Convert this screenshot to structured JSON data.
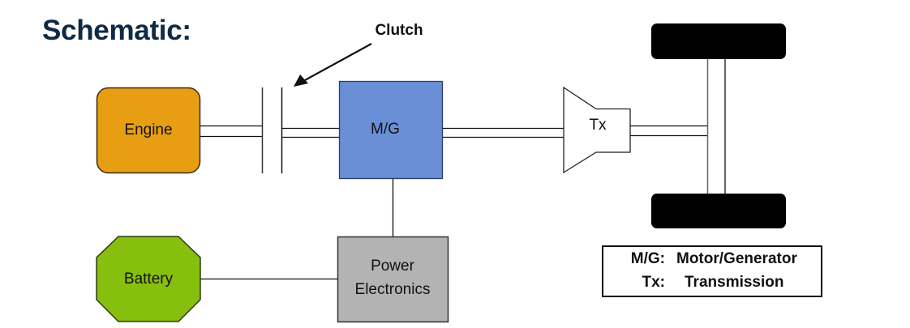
{
  "title": "Schematic:",
  "components": {
    "engine": {
      "label": "Engine",
      "color": "#E89E12"
    },
    "clutch": {
      "label": "Clutch"
    },
    "motor_generator": {
      "label": "M/G",
      "color": "#6A8FD6"
    },
    "transmission": {
      "label": "Tx"
    },
    "battery": {
      "label": "Battery",
      "color": "#86BF0E"
    },
    "power_electronics": {
      "label_line1": "Power",
      "label_line2": "Electronics",
      "color": "#B3B3B3"
    },
    "wheels": {
      "color": "#000000"
    }
  },
  "legend": {
    "items": [
      {
        "abbr": "M/G:",
        "desc": "Motor/Generator"
      },
      {
        "abbr": "Tx:",
        "desc": "Transmission"
      }
    ]
  },
  "colors": {
    "title": "#0F2A44",
    "line": "#111111"
  }
}
